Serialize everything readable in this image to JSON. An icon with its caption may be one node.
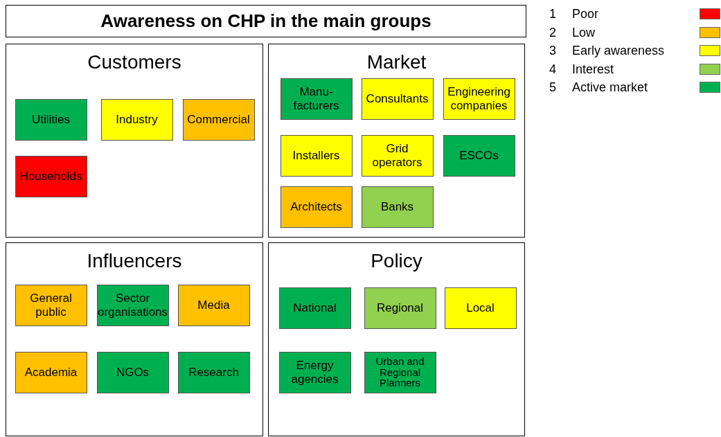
{
  "diagram": {
    "title": "Awareness on CHP in the main groups",
    "nodes": [
      {
        "text": [
          "Customers"
        ]
      },
      {
        "text": [
          "Utilities"
        ],
        "in": 0
      },
      {
        "text": [
          "Industry"
        ],
        "in": 0
      },
      {
        "text": [
          "Commercial"
        ],
        "in": 0
      },
      {
        "text": [
          "Households"
        ],
        "in": 0
      },
      {
        "text": [
          "Market"
        ]
      },
      {
        "text": [
          "Manu- facturers"
        ],
        "in": 5
      },
      {
        "text": [
          "Consultants"
        ],
        "in": 5
      },
      {
        "text": [
          "Engineering companies"
        ],
        "in": 5
      },
      {
        "text": [
          "Installers"
        ],
        "in": 5
      },
      {
        "text": [
          "Grid operators"
        ],
        "in": 5
      },
      {
        "text": [
          "ESCOs"
        ],
        "in": 5
      },
      {
        "text": [
          "Architects"
        ],
        "in": 5
      },
      {
        "text": [
          "Banks"
        ],
        "in": 5
      },
      {
        "text": [
          "Influencers"
        ]
      },
      {
        "text": [
          "General public"
        ],
        "in": 14
      },
      {
        "text": [
          "Sector organisations"
        ],
        "in": 14
      },
      {
        "text": [
          "Media"
        ],
        "in": 14
      },
      {
        "text": [
          "Academia"
        ],
        "in": 14
      },
      {
        "text": [
          "NGOs"
        ],
        "in": 14
      },
      {
        "text": [
          "Research"
        ],
        "in": 14
      },
      {
        "text": [
          "Policy"
        ]
      },
      {
        "text": [
          "National"
        ],
        "in": 21
      },
      {
        "text": [
          "Regional"
        ],
        "in": 21
      },
      {
        "text": [
          "Local"
        ],
        "in": 21
      },
      {
        "text": [
          "Energy agencies"
        ],
        "in": 21
      },
      {
        "text": [
          "Urban and Regional Planners"
        ],
        "in": 21
      }
    ],
    "edges": [],
    "labels": [
      "1",
      "2",
      "3",
      "4",
      "5"
    ],
    "legend": [
      {
        "text": "Poor",
        "color": "#ff0000"
      },
      {
        "text": "Low",
        "color": "#ffc000"
      },
      {
        "text": "Early awareness",
        "color": "#ffff00"
      },
      {
        "text": "Interest",
        "color": "#92d050"
      },
      {
        "text": "Active market",
        "color": "#00b050"
      }
    ]
  }
}
